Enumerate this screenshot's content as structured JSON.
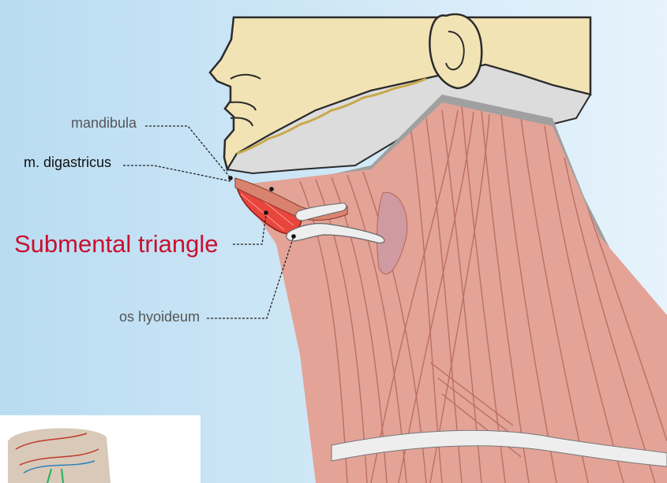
{
  "labels": {
    "mandibula": "mandibula",
    "digastricus": "m. digastricus",
    "submental": "Submental triangle",
    "hyoid": "os hyoideum"
  },
  "colors": {
    "background": "#bfe0f4",
    "skin": "#f2e3b5",
    "muscle": "#e09a8c",
    "muscle_fibre": "#b5665a",
    "highlight": "#e8453c",
    "tendon": "#eeeeee",
    "shadow": "#9b9b9b",
    "label_gray": "#555555",
    "label_red": "#c8102e"
  }
}
